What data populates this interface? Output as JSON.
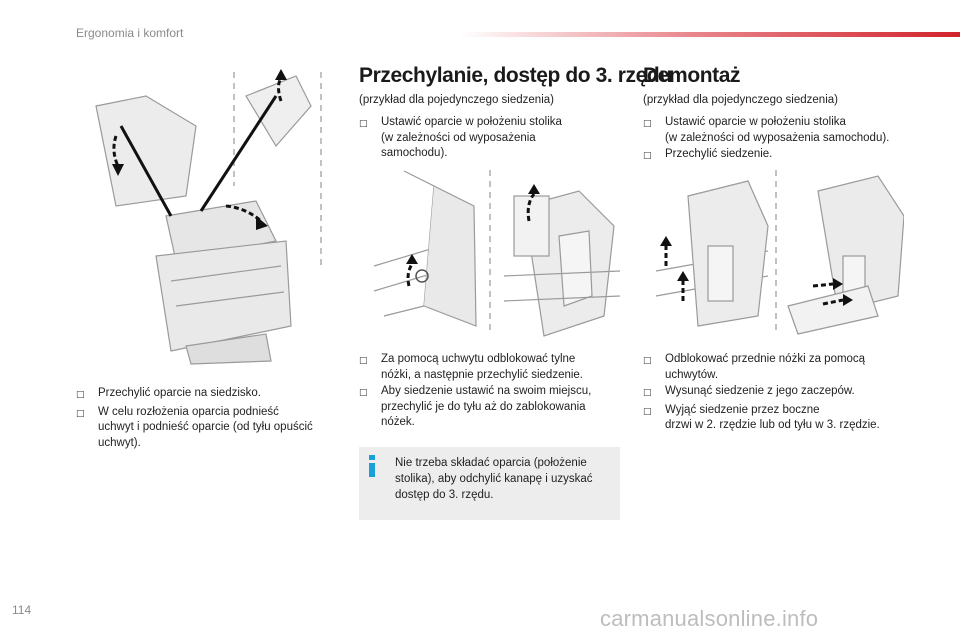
{
  "header": {
    "title": "Ergonomia i komfort"
  },
  "page_number": "114",
  "footer_watermark": "carmanualsonline.info",
  "colors": {
    "accent_red": "#d1232b",
    "info_icon": "#1aa0d8",
    "info_box_bg": "#ededed"
  },
  "left_column": {
    "steps": [
      {
        "text": "Przechylić oparcie na siedzisko."
      },
      {
        "text": "W celu rozłożenia oparcia podnieść\nuchwyt i podnieść oparcie (od tyłu opuścić\nuchwyt)."
      }
    ]
  },
  "middle_column": {
    "title": "Przechylanie, dostęp do 3. rzędu",
    "subtitle": "(przykład dla pojedynczego siedzenia)",
    "steps_top": [
      {
        "text": "Ustawić oparcie w położeniu stolika\n(w zależności od wyposażenia\nsamochodu)."
      }
    ],
    "steps_bottom": [
      {
        "text": "Za pomocą uchwytu odblokować tylne\nnóżki, a następnie przechylić siedzenie."
      },
      {
        "text": "Aby siedzenie ustawić na swoim miejscu,\nprzechylić je do tyłu aż do zablokowania\nnóżek."
      }
    ],
    "info": "Nie trzeba składać oparcia (położenie stolika), aby odchylić kanapę i uzyskać dostęp do 3. rzędu."
  },
  "right_column": {
    "title": "Demontaż",
    "subtitle": "(przykład dla pojedynczego siedzenia)",
    "steps_top": [
      {
        "text": "Ustawić oparcie w położeniu stolika\n(w zależności od wyposażenia samochodu)."
      },
      {
        "text": "Przechylić siedzenie."
      }
    ],
    "steps_bottom": [
      {
        "text": "Odblokować przednie nóżki za pomocą\nuchwytów."
      },
      {
        "text": "Wysunąć siedzenie z jego zaczepów."
      },
      {
        "text": "Wyjąć siedzenie przez boczne\ndrzwi w 2. rzędzie lub od tyłu w 3. rzędzie."
      }
    ]
  }
}
